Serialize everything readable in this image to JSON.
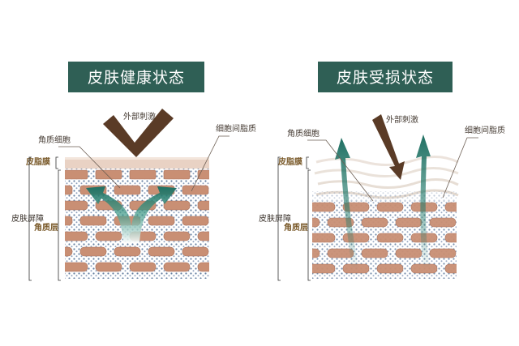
{
  "panels": [
    {
      "title": "皮肤健康状态",
      "label_stimulus": "外部刺激",
      "label_corneocyte": "角质细胞",
      "label_lipid": "细胞间脂质",
      "label_sebum_film": "皮脂膜",
      "label_barrier": "皮肤屏障",
      "label_stratum": "角质层"
    },
    {
      "title": "皮肤受损状态",
      "label_stimulus": "外部刺激",
      "label_corneocyte": "角质细胞",
      "label_lipid": "细胞间脂质",
      "label_sebum_film": "皮脂膜",
      "label_barrier": "皮肤屏障",
      "label_stratum": "角质层"
    }
  ],
  "colors": {
    "title_bg": "#2f5f55",
    "cell": "#c98f74",
    "cell_dark": "#a9705a",
    "lipid_dot": "#4c6a92",
    "arrow_teal": "#1f7a6a",
    "stimulus_arrow": "#5a3b26"
  }
}
